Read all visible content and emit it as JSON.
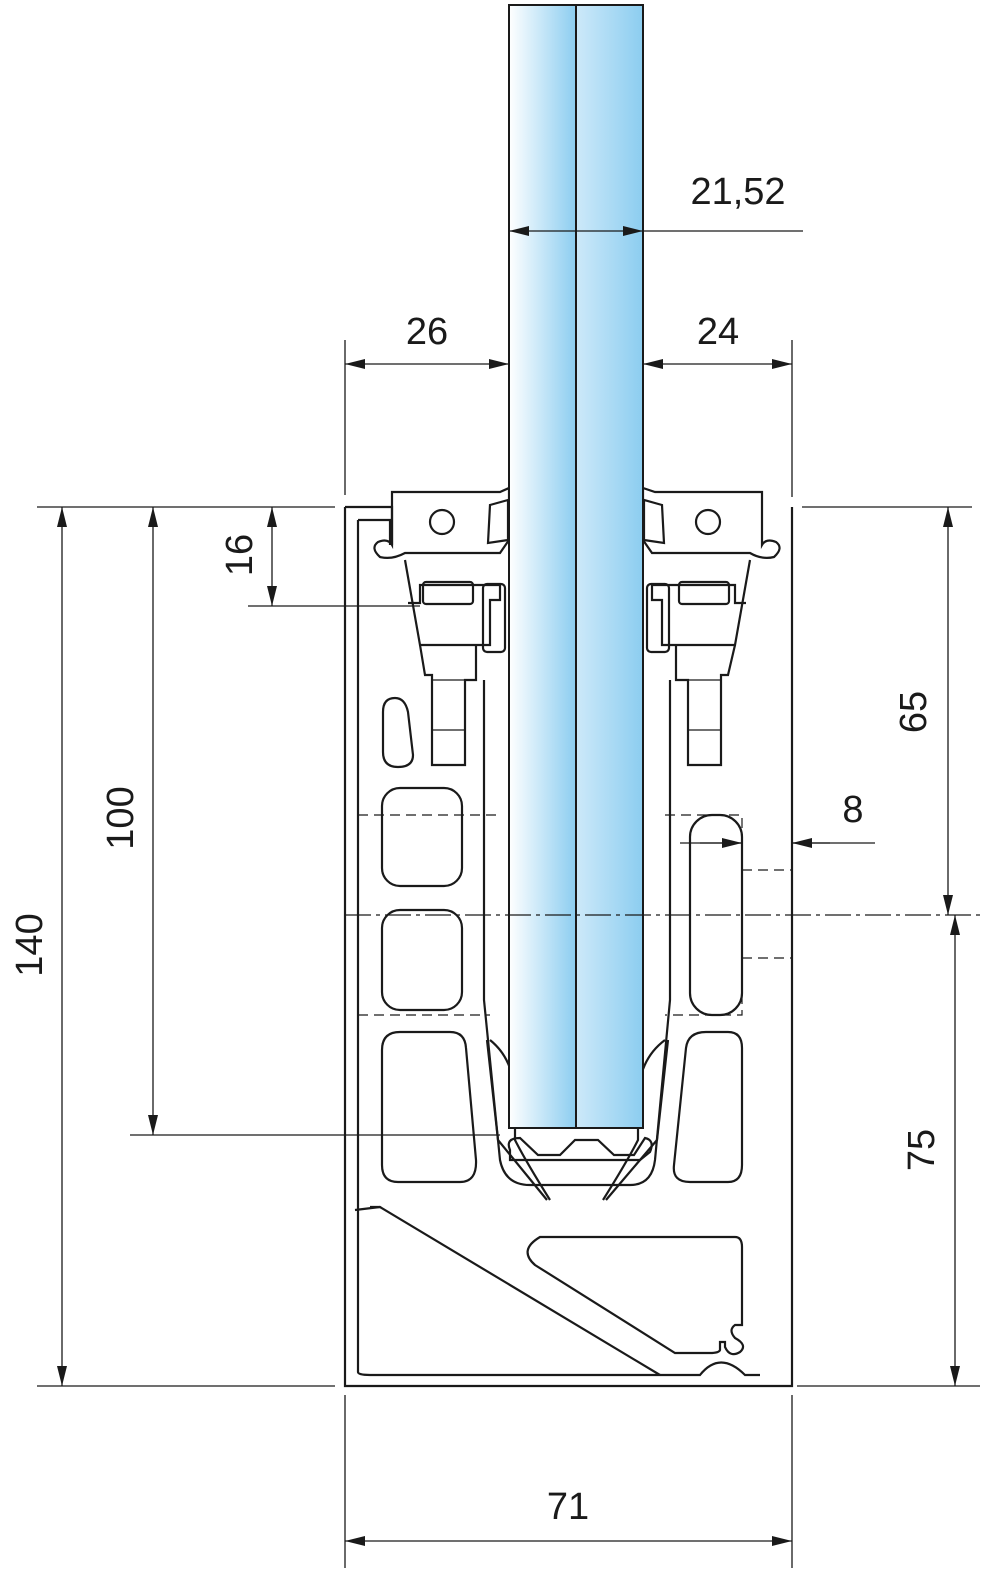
{
  "drawing": {
    "title": "Glass railing base profile cross-section",
    "glass_color_light": "#ffffff",
    "glass_color_dark": "#8ccdf0",
    "dimensions": {
      "glass_thickness": "21,52",
      "left_gap": "26",
      "right_gap": "24",
      "total_height": "140",
      "glass_insertion": "100",
      "top_offset": "16",
      "upper_height": "65",
      "lower_height": "75",
      "hole_offset": "8",
      "width": "71"
    }
  }
}
